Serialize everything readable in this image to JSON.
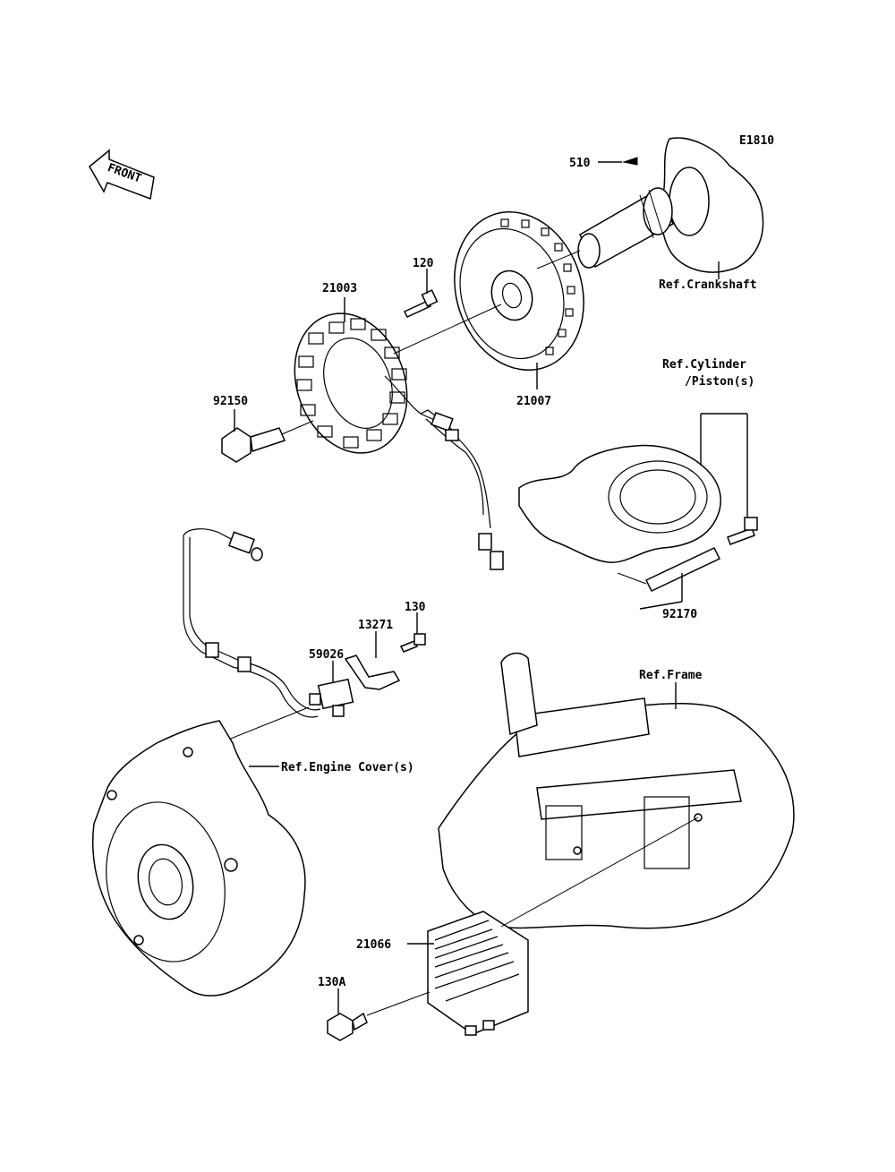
{
  "diagram_code": "E1810",
  "front_marker": "FRONT",
  "labels": {
    "p510": "510",
    "p120": "120",
    "p21003": "21003",
    "p21007": "21007",
    "p92150": "92150",
    "p130": "130",
    "p13271": "13271",
    "p59026": "59026",
    "p92170": "92170",
    "p21066": "21066",
    "p130A": "130A",
    "ref_crankshaft": "Ref.Crankshaft",
    "ref_cylinder_1": "Ref.Cylinder",
    "ref_cylinder_2": "/Piston(s)",
    "ref_frame": "Ref.Frame",
    "ref_engine_cover": "Ref.Engine Cover(s)"
  }
}
